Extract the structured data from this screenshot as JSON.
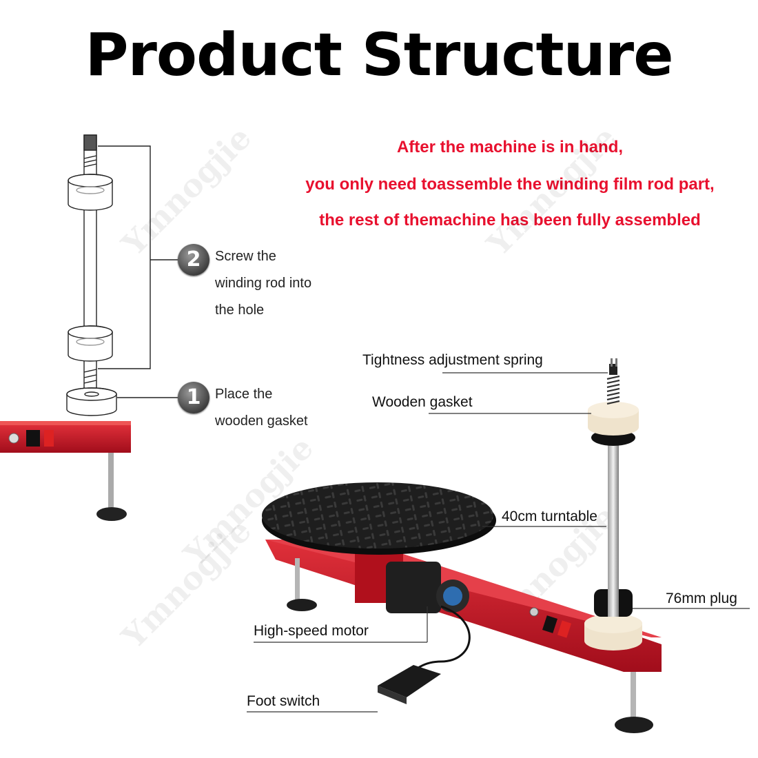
{
  "title": "Product Structure",
  "notes": {
    "line1": "After the machine is in hand,",
    "line2": "you only need toassemble the winding film rod part,",
    "line3": "the rest of themachine has been fully assembled",
    "color": "#e8102e"
  },
  "steps": [
    {
      "number": "2",
      "line1": "Screw the",
      "line2": "winding rod into",
      "line3": "the hole"
    },
    {
      "number": "1",
      "line1": "Place the",
      "line2": "wooden gasket"
    }
  ],
  "labels": {
    "spring": "Tightness adjustment spring",
    "gasket": "Wooden gasket",
    "turntable": "40cm turntable",
    "plug": "76mm plug",
    "motor": "High-speed motor",
    "foot_switch": "Foot switch"
  },
  "watermark": "Ymnogjie",
  "colors": {
    "frame": "#c8102e",
    "wood": "#efe3cc",
    "turntable": "#1b1b1b"
  }
}
